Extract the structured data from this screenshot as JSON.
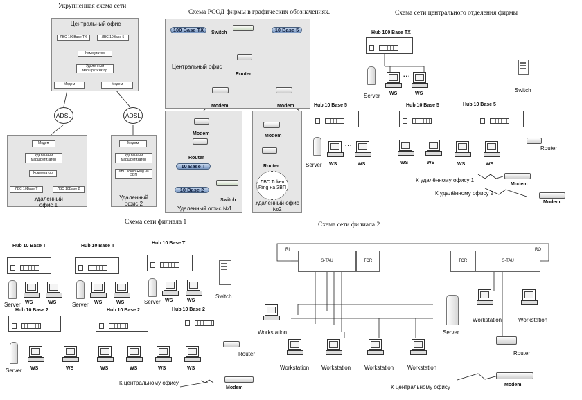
{
  "titles": {
    "block1": "Укрупненная схема сети",
    "rsod": "Схема РСОД фирмы в графических обозначениях.",
    "central_net": "Схема сети центрального отделения фирмы",
    "branch1": "Схема сети филиала 1",
    "branch2": "Схема сети филиала 2"
  },
  "block1": {
    "central_office": "Центральный офис",
    "lan100": "ЛВС 100Base TX",
    "lan10": "ЛВС 10Base 5",
    "switch": "Коммутатор",
    "remote_router": "Удаленный маршрутизатор",
    "modem": "Модем",
    "adsl": "ADSL",
    "r1_modem": "Модем",
    "r1_router": "Удаленный маршрутизатор",
    "r1_switch": "Коммутатор",
    "r1_lan_t": "ЛВС 10Base T",
    "r1_lan_2": "ЛВС 10Base 2",
    "r1_label": "Удаленный офис 1",
    "r2_modem": "Модем",
    "r2_router": "Удаленный маршрутизатор",
    "r2_lan": "ЛВС Token Ring на ЗВП",
    "r2_label": "Удаленный офис 2"
  },
  "rsod": {
    "b100": "100 Base TX",
    "switch": "Switch",
    "b10": "10 Base 5",
    "central": "Центральный офис",
    "router": "Router",
    "modem": "Modem",
    "rm1_modem": "Modem",
    "rm1_router": "Router",
    "rm1_bt": "10 Base T",
    "rm1_b2": "10 Base 2",
    "rm1_switch": "Switch",
    "rm1_label": "Удаленный офис №1",
    "rm2_modem": "Modem",
    "rm2_router": "Router",
    "rm2_ring": "ЛВС Token Ring на ЗВП",
    "rm2_label": "Удаленный офис №2"
  },
  "central_net": {
    "hub100": "Hub 100 Base TX",
    "server": "Server",
    "ws": "WS",
    "switch": "Switch",
    "hub10a": "Hub 10 Base 5",
    "hub10b": "Hub 10 Base 5",
    "hub10c": "Hub 10 Base 5",
    "router": "Router",
    "to_remote1": "К удалённому офису 1",
    "to_remote2": "К удалённому офису 2",
    "modem": "Modem",
    "dots": "..."
  },
  "branch1": {
    "hub_t": "Hub 10 Base T",
    "hub_2": "Hub 10 Base 2",
    "server": "Server",
    "ws": "WS",
    "switch": "Switch",
    "router": "Router",
    "to_central": "К центральному офису",
    "modem": "Modem"
  },
  "branch2": {
    "ri": "RI",
    "ro": "RO",
    "stau": "S-TAU",
    "tcr": "TCR",
    "workstation": "Workstation",
    "server": "Server",
    "router": "Router",
    "modem": "Modem",
    "to_central": "К центральному офису"
  }
}
